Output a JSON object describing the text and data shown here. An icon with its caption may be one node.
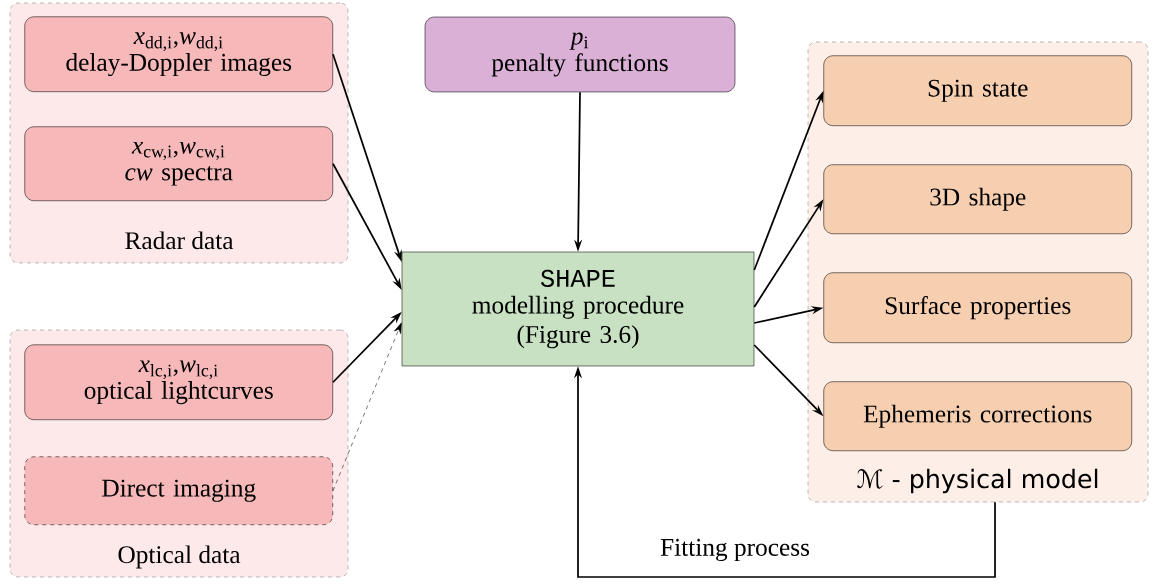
{
  "diagram": {
    "nodes": [
      {
        "text": [
          "Radar data"
        ]
      },
      {
        "text": [
          "*x*$_{dd,i}$,*w*$_{dd,i}$",
          "delay-Doppler images"
        ],
        "in": 0
      },
      {
        "text": [
          "*x*$_{cw,i}$,*w*$_{cw,i}$",
          "*cw* spectra"
        ],
        "in": 0
      },
      {
        "text": [
          "Optical data"
        ]
      },
      {
        "text": [
          "*x*$_{lc,i}$,*w*$_{lc,i}$",
          "optical lightcurves"
        ],
        "in": 3
      },
      {
        "text": [
          "Direct imaging"
        ],
        "in": 3
      },
      {
        "text": [
          "*p*$_{i}$",
          "penalty functions"
        ]
      },
      {
        "text": [
          "SHAPE",
          "modelling procedure (Figure 3.6)"
        ]
      },
      {
        "text": [
          "ℳ - physical model"
        ]
      },
      {
        "text": [
          "Spin state"
        ],
        "in": 8
      },
      {
        "text": [
          "3D shape"
        ],
        "in": 8
      },
      {
        "text": [
          "Surface properties"
        ],
        "in": 8
      },
      {
        "text": [
          "Ephemeris corrections"
        ],
        "in": 8
      }
    ],
    "edges": [
      {
        "from": 1,
        "to": 7,
        "arrow": "to"
      },
      {
        "from": 2,
        "to": 7,
        "arrow": "to"
      },
      {
        "from": 4,
        "to": 7,
        "arrow": "to"
      },
      {
        "from": 5,
        "to": 7,
        "arrow": "to",
        "style": "dashed"
      },
      {
        "from": 6,
        "to": 7,
        "arrow": "to"
      },
      {
        "from": 7,
        "to": 9,
        "arrow": "to"
      },
      {
        "from": 7,
        "to": 10,
        "arrow": "to"
      },
      {
        "from": 7,
        "to": 11,
        "arrow": "to"
      },
      {
        "from": 7,
        "to": 12,
        "arrow": "to"
      },
      {
        "from": 8,
        "to": 7,
        "arrow": "to",
        "label": "Fitting process"
      }
    ]
  }
}
